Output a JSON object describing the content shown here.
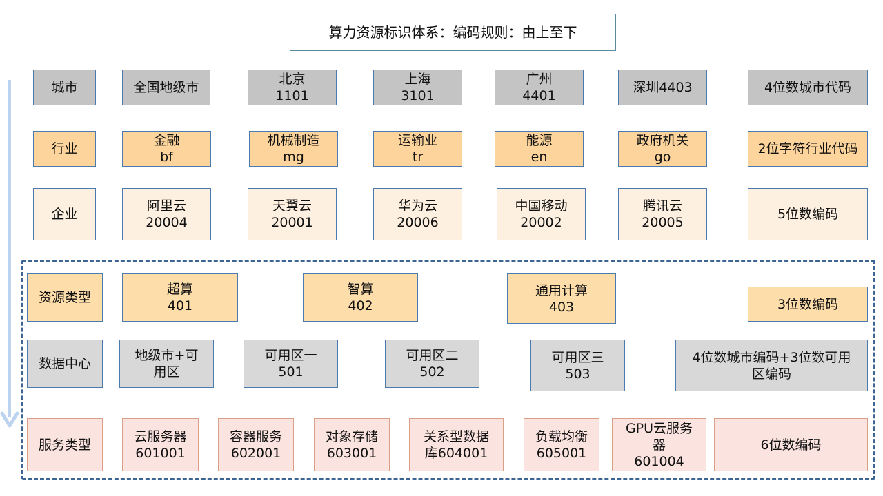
{
  "title": "算力资源标识体系：编码规则：由上至下",
  "rows": {
    "city": {
      "label": "城市",
      "items": [
        {
          "lines": [
            "全国地级市"
          ]
        },
        {
          "lines": [
            "北京",
            "1101"
          ]
        },
        {
          "lines": [
            "上海",
            "3101"
          ]
        },
        {
          "lines": [
            "广州",
            "4401"
          ]
        },
        {
          "lines": [
            "深圳4403"
          ]
        }
      ],
      "rule": [
        "4位数城市代码"
      ]
    },
    "industry": {
      "label": "行业",
      "items": [
        {
          "lines": [
            "金融",
            "bf"
          ]
        },
        {
          "lines": [
            "机械制造",
            "mg"
          ]
        },
        {
          "lines": [
            "运输业",
            "tr"
          ]
        },
        {
          "lines": [
            "能源",
            "en"
          ]
        },
        {
          "lines": [
            "政府机关",
            "go"
          ]
        }
      ],
      "rule": [
        "2位字符行业代码"
      ]
    },
    "enterprise": {
      "label": "企业",
      "items": [
        {
          "lines": [
            "阿里云",
            "20004"
          ]
        },
        {
          "lines": [
            "天翼云",
            "20001"
          ]
        },
        {
          "lines": [
            "华为云",
            "20006"
          ]
        },
        {
          "lines": [
            "中国移动",
            "20002"
          ]
        },
        {
          "lines": [
            "腾讯云",
            "20005"
          ]
        }
      ],
      "rule": [
        "5位数编码"
      ]
    },
    "resource_type": {
      "label": "资源类型",
      "items": [
        {
          "lines": [
            "超算",
            "401"
          ]
        },
        {
          "lines": [
            "智算",
            "402"
          ]
        },
        {
          "lines": [
            "通用计算",
            "403"
          ]
        }
      ],
      "rule": [
        "3位数编码"
      ]
    },
    "data_center": {
      "label": "数据中心",
      "items": [
        {
          "lines": [
            "地级市+可",
            "用区"
          ]
        },
        {
          "lines": [
            "可用区一",
            "501"
          ]
        },
        {
          "lines": [
            "可用区二",
            "502"
          ]
        },
        {
          "lines": [
            "可用区三",
            "503"
          ]
        }
      ],
      "rule": [
        "4位数城市编码+3位数可用",
        "区编码"
      ]
    },
    "service_type": {
      "label": "服务类型",
      "items": [
        {
          "lines": [
            "云服务器",
            "601001"
          ]
        },
        {
          "lines": [
            "容器服务",
            "602001"
          ]
        },
        {
          "lines": [
            "对象存储",
            "603001"
          ]
        },
        {
          "lines": [
            "关系型数据",
            "库604001"
          ]
        },
        {
          "lines": [
            "负载均衡",
            "605001"
          ]
        },
        {
          "lines": [
            "GPU云服务",
            "器",
            "601004"
          ]
        }
      ],
      "rule": [
        "6位数编码"
      ]
    }
  }
}
